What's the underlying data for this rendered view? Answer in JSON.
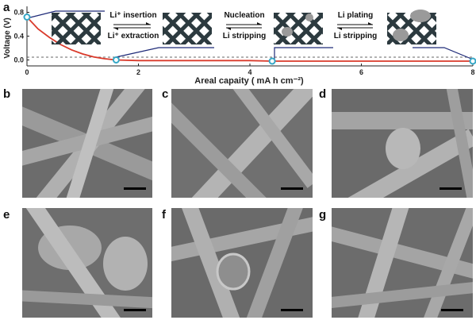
{
  "panel_labels": {
    "a": "a",
    "b": "b",
    "c": "c",
    "d": "d",
    "e": "e",
    "f": "f",
    "g": "g"
  },
  "panel_a": {
    "ylabel": "Voltage (V)",
    "xlabel": "Areal capaity ( mA h cm⁻²)",
    "y_ticks": [
      "0.0",
      "0.4",
      "0.8"
    ],
    "x_ticks": [
      "0",
      "2",
      "4",
      "6",
      "8"
    ],
    "steps": [
      {
        "top": "Li⁺ insertion",
        "bottom": "Li⁺ extraction"
      },
      {
        "top": "Nucleation",
        "bottom": "Li stripping"
      },
      {
        "top": "Li plating",
        "bottom": "Li stripping"
      }
    ]
  },
  "chart_data": {
    "type": "line",
    "xlabel": "Areal capaity ( mA h cm⁻²)",
    "ylabel": "Voltage (V)",
    "xlim": [
      0,
      8
    ],
    "ylim": [
      -0.1,
      0.9
    ],
    "series": [
      {
        "x": [
          0,
          0.2,
          0.4,
          0.6,
          0.8,
          1.0,
          1.2,
          1.4,
          1.6,
          2,
          3,
          4,
          4.4,
          5,
          6,
          7,
          8
        ],
        "y": [
          0.72,
          0.52,
          0.38,
          0.26,
          0.17,
          0.1,
          0.05,
          0.02,
          0.0,
          -0.01,
          -0.01,
          -0.01,
          -0.02,
          -0.02,
          -0.02,
          -0.02,
          -0.02
        ]
      }
    ],
    "markers": [
      {
        "x": 0,
        "y": 0.72
      },
      {
        "x": 1.6,
        "y": 0.0
      },
      {
        "x": 4.4,
        "y": -0.02
      },
      {
        "x": 8,
        "y": -0.02
      }
    ],
    "reference_line": {
      "y": 0.0,
      "style": "dashed"
    },
    "colors": {
      "line": "#d93a2b",
      "marker": "#35a7c6",
      "frame": "#1e2a78"
    }
  }
}
